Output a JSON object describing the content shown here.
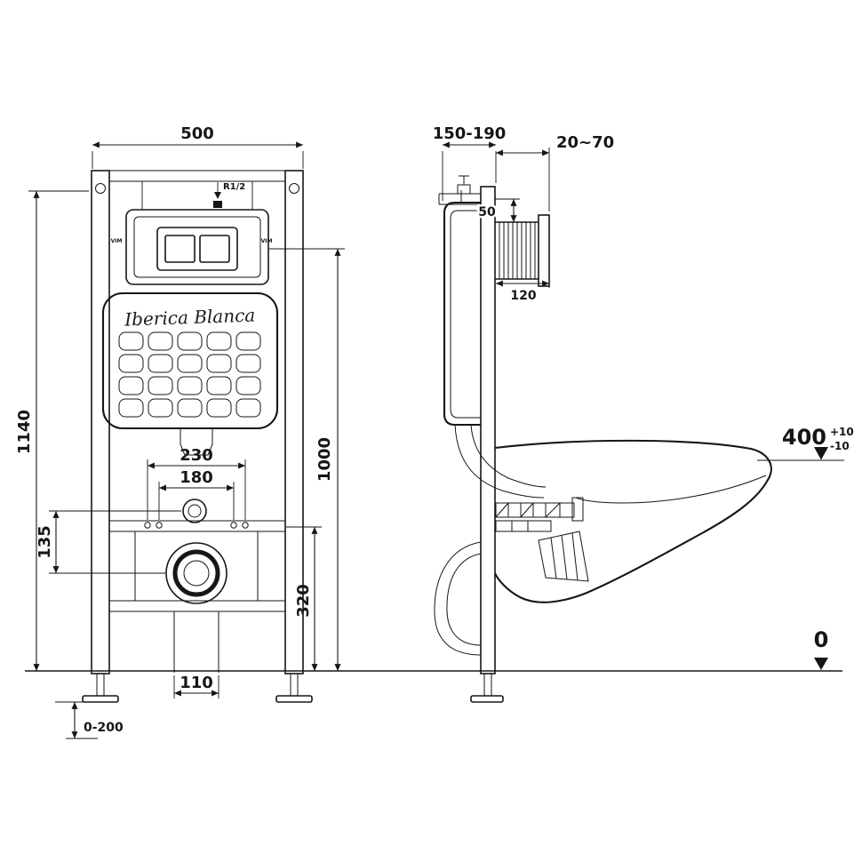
{
  "meta": {
    "title": "Concealed cistern wall-hung frame installation drawing"
  },
  "brand": "Iberica Blanca",
  "front": {
    "width": "500",
    "height": "1140",
    "flush_center_height": "1000",
    "inlet_span": "230",
    "bolt_span": "180",
    "inlet_drop": "135",
    "outlet_height": "320",
    "outlet_width": "110",
    "foot_range": "0-200",
    "supply_label": "R1/2",
    "side_mark": "VIM"
  },
  "side": {
    "frame_depth": "150-190",
    "plate_depth": "20~70",
    "top_gap": "50",
    "plate_size": "120",
    "rim_height": "400",
    "tol_plus": "+10",
    "tol_minus": "-10",
    "floor_level": "0"
  },
  "colors": {
    "ink": "#161616",
    "paper": "#ffffff"
  }
}
